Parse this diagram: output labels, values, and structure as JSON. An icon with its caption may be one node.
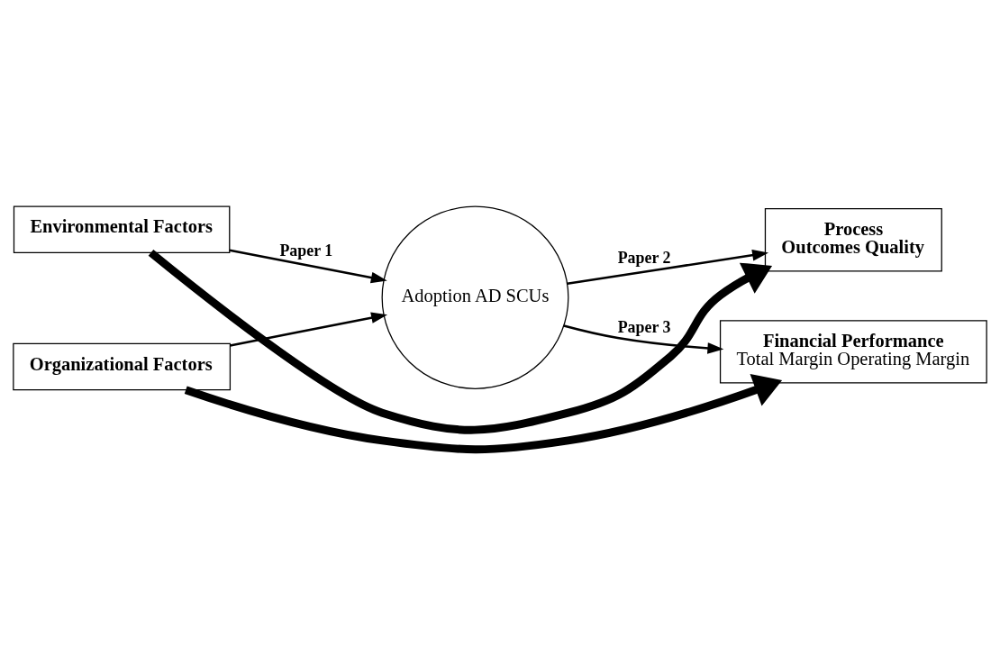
{
  "diagram": {
    "nodes": [
      {
        "text": [
          "Environmental Factors"
        ]
      },
      {
        "text": [
          "Organizational Factors"
        ]
      },
      {
        "text": [
          "Adoption AD SCUs"
        ]
      },
      {
        "text": [
          "Process",
          "Outcomes Quality"
        ]
      },
      {
        "text": [
          "Financial Performance",
          "Total Margin Operating Margin"
        ]
      }
    ],
    "edges": [
      {
        "from": 0,
        "to": 2,
        "arrow": "to",
        "label": "Paper 1"
      },
      {
        "from": 1,
        "to": 2,
        "arrow": "to"
      },
      {
        "from": 2,
        "to": 3,
        "arrow": "to",
        "label": "Paper 2"
      },
      {
        "from": 2,
        "to": 4,
        "arrow": "to",
        "label": "Paper 3"
      },
      {
        "from": 0,
        "to": 3,
        "arrow": "to",
        "style": "thick"
      },
      {
        "from": 1,
        "to": 4,
        "arrow": "to",
        "style": "thick"
      }
    ]
  }
}
